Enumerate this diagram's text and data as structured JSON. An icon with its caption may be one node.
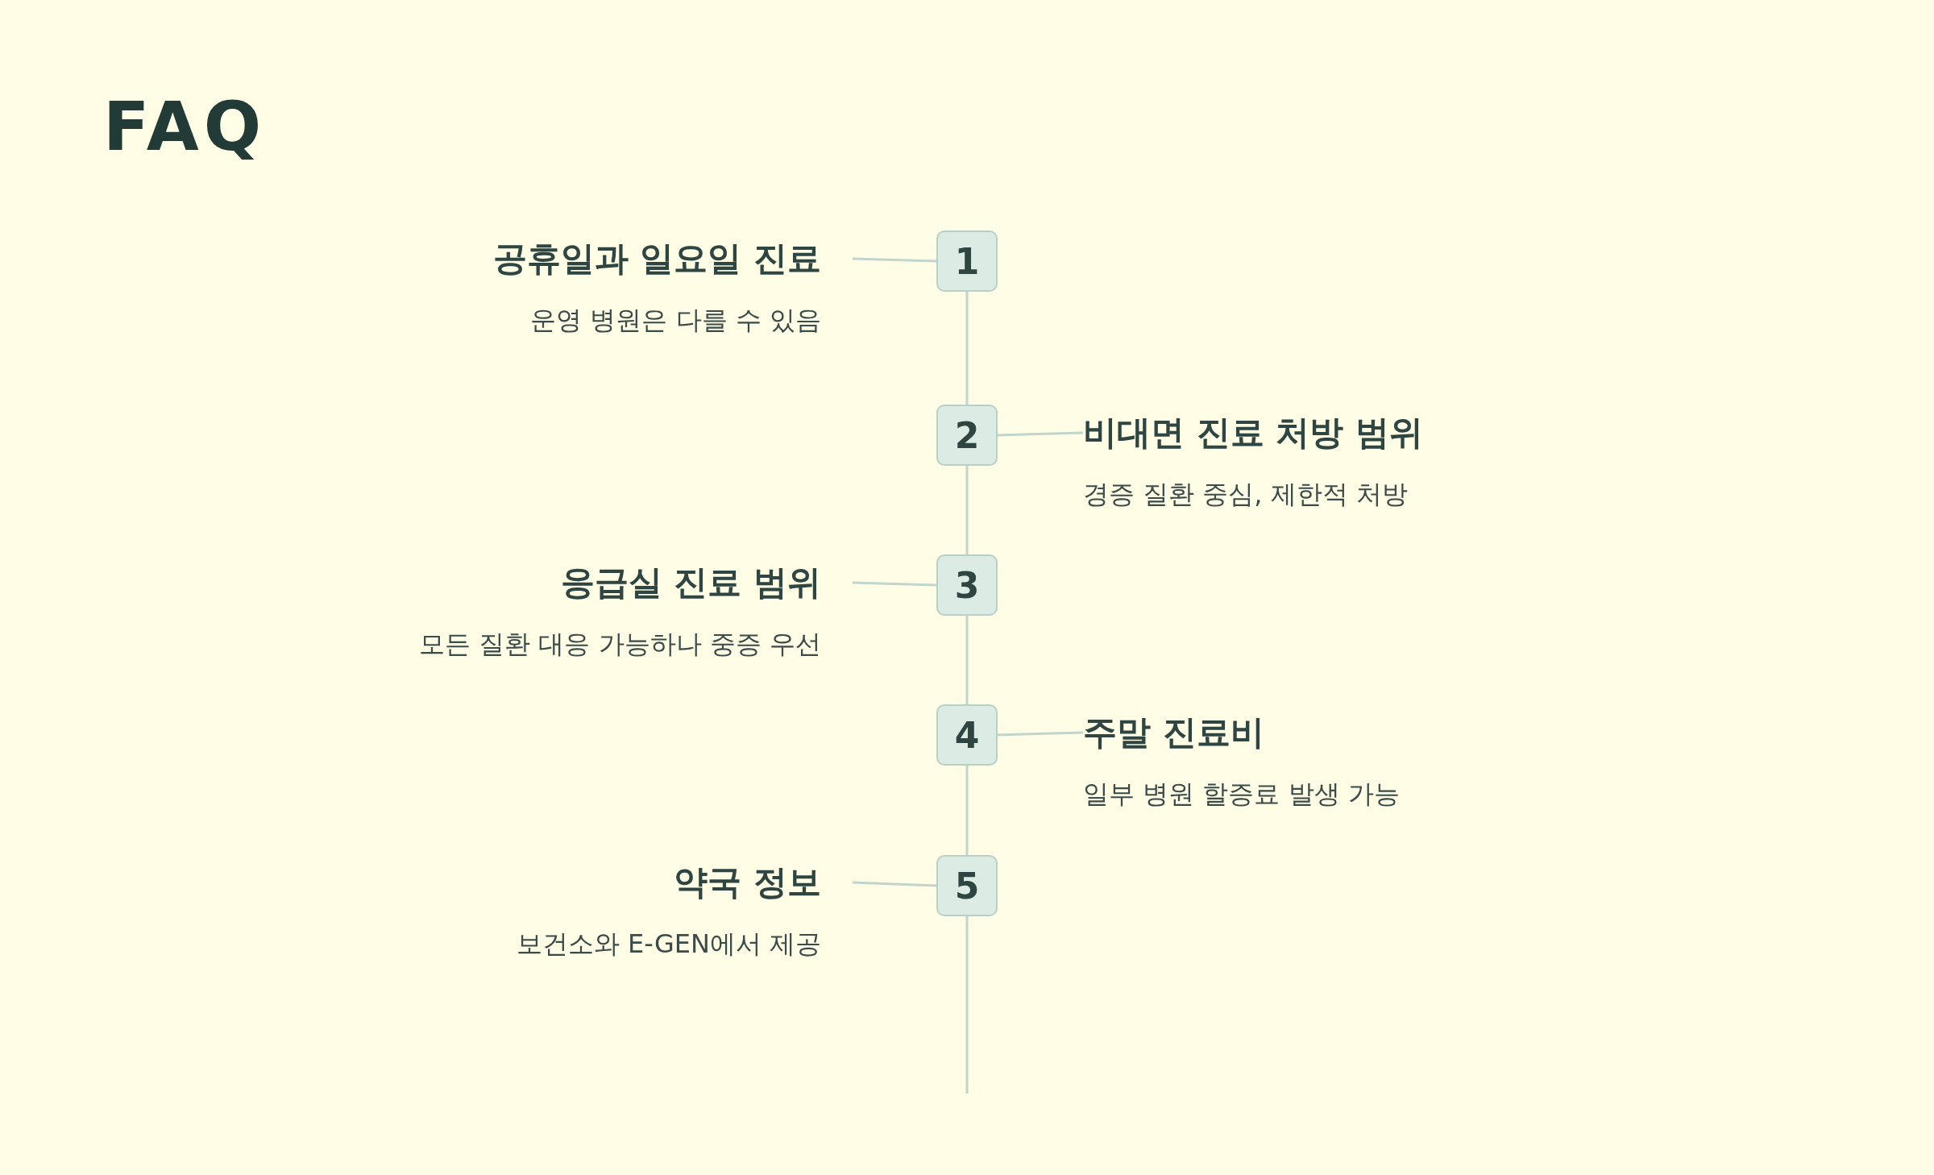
{
  "diagram": {
    "title": "FAQ",
    "nodes": [
      {
        "text": [
          "공휴일과 일요일 진료",
          "운영 병원은 다를 수 있음"
        ]
      },
      {
        "text": [
          "비대면 진료 처방 범위",
          "경증 질환 중심, 제한적 처방"
        ]
      },
      {
        "text": [
          "응급실 진료 범위",
          "모든 질환 대응 가능하나 중증 우선"
        ]
      },
      {
        "text": [
          "주말 진료비",
          "일부 병원 할증료 발생 가능"
        ]
      },
      {
        "text": [
          "약국 정보",
          "보건소와 E-GEN에서 제공"
        ]
      },
      {
        "text": [
          "1"
        ]
      },
      {
        "text": [
          "2"
        ]
      },
      {
        "text": [
          "3"
        ]
      },
      {
        "text": [
          "4"
        ]
      },
      {
        "text": [
          "5"
        ]
      }
    ],
    "edges": [
      {
        "from": 0,
        "to": 5,
        "arrow": "none"
      },
      {
        "from": 6,
        "to": 1,
        "arrow": "none"
      },
      {
        "from": 2,
        "to": 7,
        "arrow": "none"
      },
      {
        "from": 8,
        "to": 3,
        "arrow": "none"
      },
      {
        "from": 4,
        "to": 9,
        "arrow": "none"
      },
      {
        "from": 5,
        "to": 6,
        "arrow": "none"
      },
      {
        "from": 6,
        "to": 7,
        "arrow": "none"
      },
      {
        "from": 7,
        "to": 8,
        "arrow": "none"
      },
      {
        "from": 8,
        "to": 9,
        "arrow": "none"
      },
      {
        "from": 9,
        "to": null,
        "arrow": "none"
      }
    ]
  }
}
